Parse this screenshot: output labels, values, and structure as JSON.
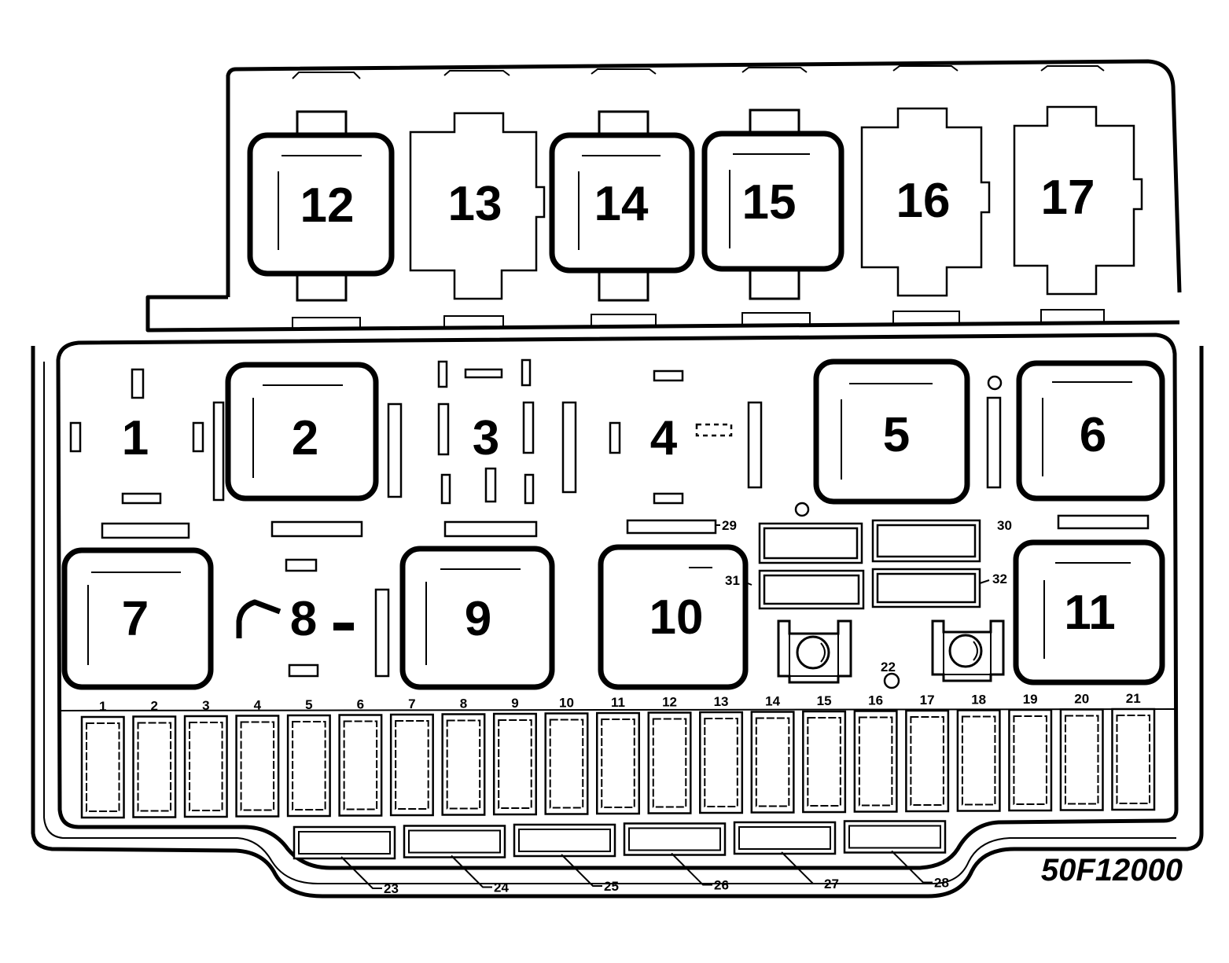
{
  "diagram": {
    "code": "50F12000",
    "relays": [
      {
        "label": "1",
        "style": "open"
      },
      {
        "label": "2",
        "style": "heavy"
      },
      {
        "label": "3",
        "style": "open"
      },
      {
        "label": "4",
        "style": "open"
      },
      {
        "label": "5",
        "style": "heavy"
      },
      {
        "label": "6",
        "style": "heavy"
      },
      {
        "label": "7",
        "style": "heavy"
      },
      {
        "label": "8",
        "style": "open"
      },
      {
        "label": "9",
        "style": "heavy"
      },
      {
        "label": "10",
        "style": "heavy"
      },
      {
        "label": "11",
        "style": "heavy"
      },
      {
        "label": "12",
        "style": "heavy"
      },
      {
        "label": "13",
        "style": "light"
      },
      {
        "label": "14",
        "style": "heavy"
      },
      {
        "label": "15",
        "style": "heavy"
      },
      {
        "label": "16",
        "style": "light"
      },
      {
        "label": "17",
        "style": "light"
      }
    ],
    "fuses": [
      "1",
      "2",
      "3",
      "4",
      "5",
      "6",
      "7",
      "8",
      "9",
      "10",
      "11",
      "12",
      "13",
      "14",
      "15",
      "16",
      "17",
      "18",
      "19",
      "20",
      "21"
    ],
    "bottom_connectors": [
      "23",
      "24",
      "25",
      "26",
      "27",
      "28"
    ],
    "side_connectors": [
      "29",
      "30",
      "31",
      "32"
    ],
    "ground_point": "22"
  }
}
